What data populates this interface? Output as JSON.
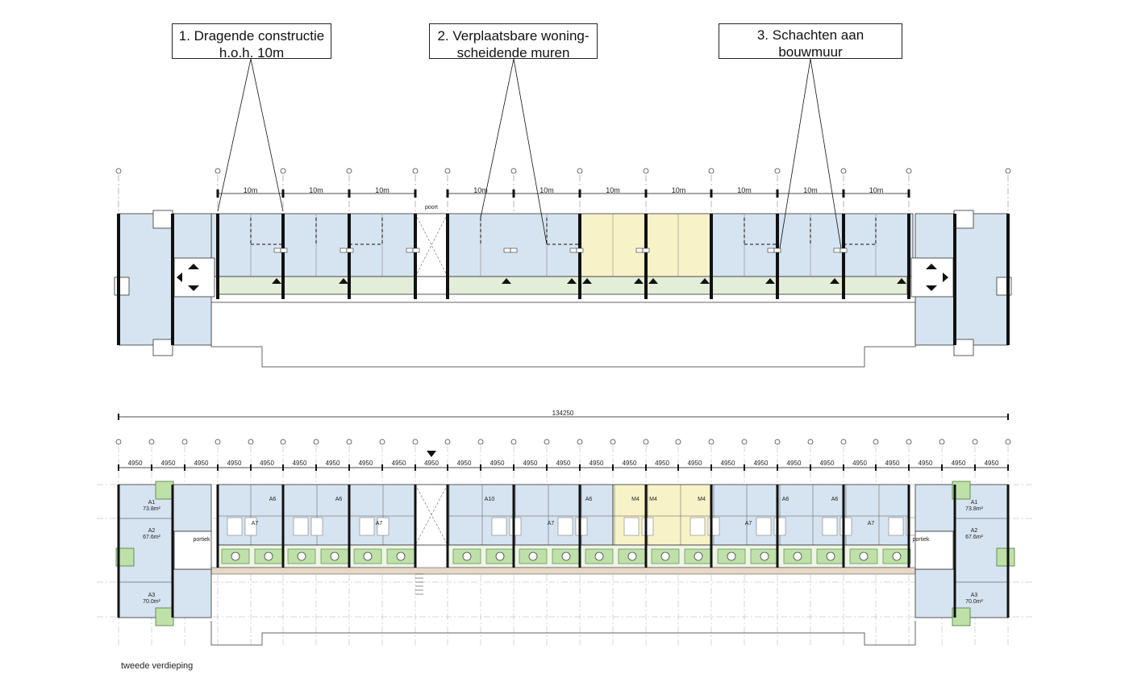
{
  "callouts": [
    {
      "line1": "1. Dragende constructie",
      "line2": "h.o.h. 10m"
    },
    {
      "line1": "2. Verplaatsbare woning-",
      "line2": "scheidende muren"
    },
    {
      "line1": "3. Schachten aan bouwmuur",
      "line2": ""
    }
  ],
  "top_plan": {
    "bay_dimension": "10m",
    "gate_label": "poort"
  },
  "bottom_plan": {
    "overall_dimension": "134250",
    "bay_dimension": "4950",
    "bay_count": 27,
    "stair_label": "portiek",
    "units": [
      {
        "code": "A1",
        "area": "73.8m²"
      },
      {
        "code": "A2",
        "area": "67.6m²"
      },
      {
        "code": "A3",
        "area": "70.0m²"
      }
    ],
    "unit_codes_row1": [
      "A6",
      "A6",
      "A10",
      "A6",
      "M4",
      "M4",
      "M4",
      "A6",
      "A6"
    ],
    "unit_codes_row2": [
      "A7",
      "A7",
      "A7",
      "A7",
      "A7"
    ]
  },
  "floor_label": "tweede verdieping",
  "colors": {
    "unit_fill": "#d6e3f0",
    "highlight_fill": "#f8f2c8",
    "gallery_fill": "#e3eed8",
    "garden_fill": "#bfe0a8",
    "line": "#111111"
  }
}
